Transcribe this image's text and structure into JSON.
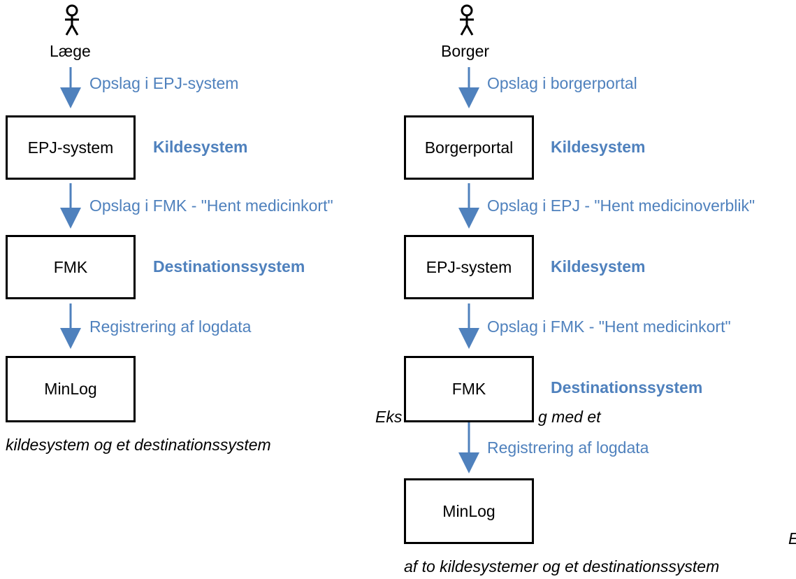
{
  "left_flow": {
    "actor": {
      "label": "Læge",
      "icon": "stick-figure-icon"
    },
    "edges": [
      "Opslag i EPJ-system",
      "Opslag i FMK - \"Hent medicinkort\"",
      "Registrering af logdata"
    ],
    "nodes": [
      {
        "label": "EPJ-system",
        "role": "Kildesystem"
      },
      {
        "label": "FMK",
        "role": "Destinationssystem"
      },
      {
        "label": "MinLog",
        "role": ""
      }
    ],
    "caption_line2": "kildesystem og et destinationssystem"
  },
  "right_flow": {
    "actor": {
      "label": "Borger",
      "icon": "stick-figure-icon"
    },
    "edges": [
      "Opslag i borgerportal",
      "Opslag i EPJ - \"Hent medicinoverblik\"",
      "Opslag i FMK - \"Hent medicinkort\"",
      "Registrering af logdata"
    ],
    "nodes": [
      {
        "label": "Borgerportal",
        "role": "Kildesystem"
      },
      {
        "label": "EPJ-system",
        "role": "Kildesystem"
      },
      {
        "label": "FMK",
        "role": "Destinationssystem"
      },
      {
        "label": "MinLog",
        "role": ""
      }
    ],
    "caption_line1_left": "Eks",
    "caption_line1_right": "g med et",
    "caption_line1_edge": "E",
    "caption_line2": "af to kildesystemer og et destinationssystem"
  },
  "colors": {
    "arrow": "#4f81bd",
    "label": "#4f81bd",
    "box_border": "#000000"
  }
}
